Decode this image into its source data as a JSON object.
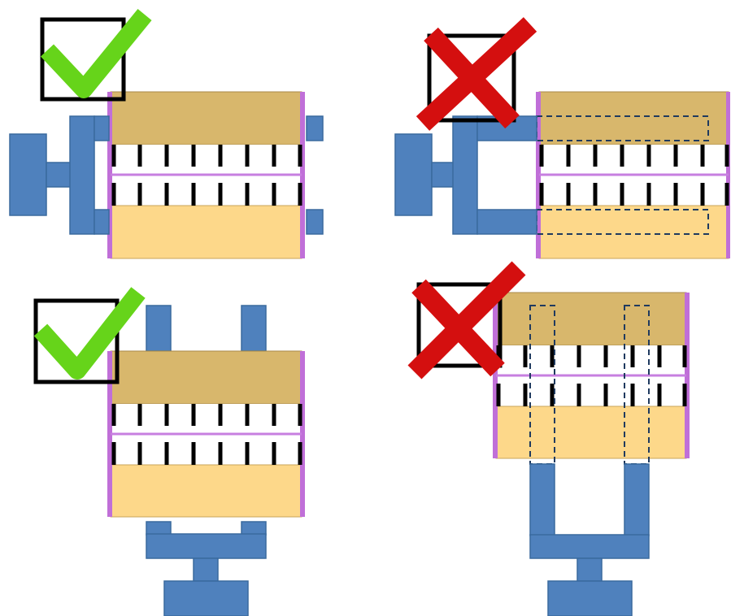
{
  "colors": {
    "background": "#ffffff",
    "clamp_blue": "#4f81bd",
    "clamp_blue_stroke": "#3a6a9e",
    "sample_top": "#d8b76c",
    "sample_bottom": "#fdd88a",
    "sample_edge": "#c06fd8",
    "marker_line": "#c77fe0",
    "teeth": "#000000",
    "dashed_outline": "#1f3a5f",
    "check_green": "#66d41a",
    "cross_red": "#d40f0f",
    "box_stroke": "#000000"
  },
  "panels": [
    {
      "id": "top-left",
      "verdict": "correct",
      "verdict_icon": "check-mark-icon",
      "fixture": "side-clamp",
      "contact": "full-edge"
    },
    {
      "id": "top-right",
      "verdict": "incorrect",
      "verdict_icon": "cross-mark-icon",
      "fixture": "side-clamp",
      "contact": "jaws-over-sample"
    },
    {
      "id": "bottom-left",
      "verdict": "correct",
      "verdict_icon": "check-mark-icon",
      "fixture": "bottom-clamp",
      "contact": "full-edge"
    },
    {
      "id": "bottom-right",
      "verdict": "incorrect",
      "verdict_icon": "cross-mark-icon",
      "fixture": "bottom-clamp",
      "contact": "jaws-over-sample"
    }
  ]
}
